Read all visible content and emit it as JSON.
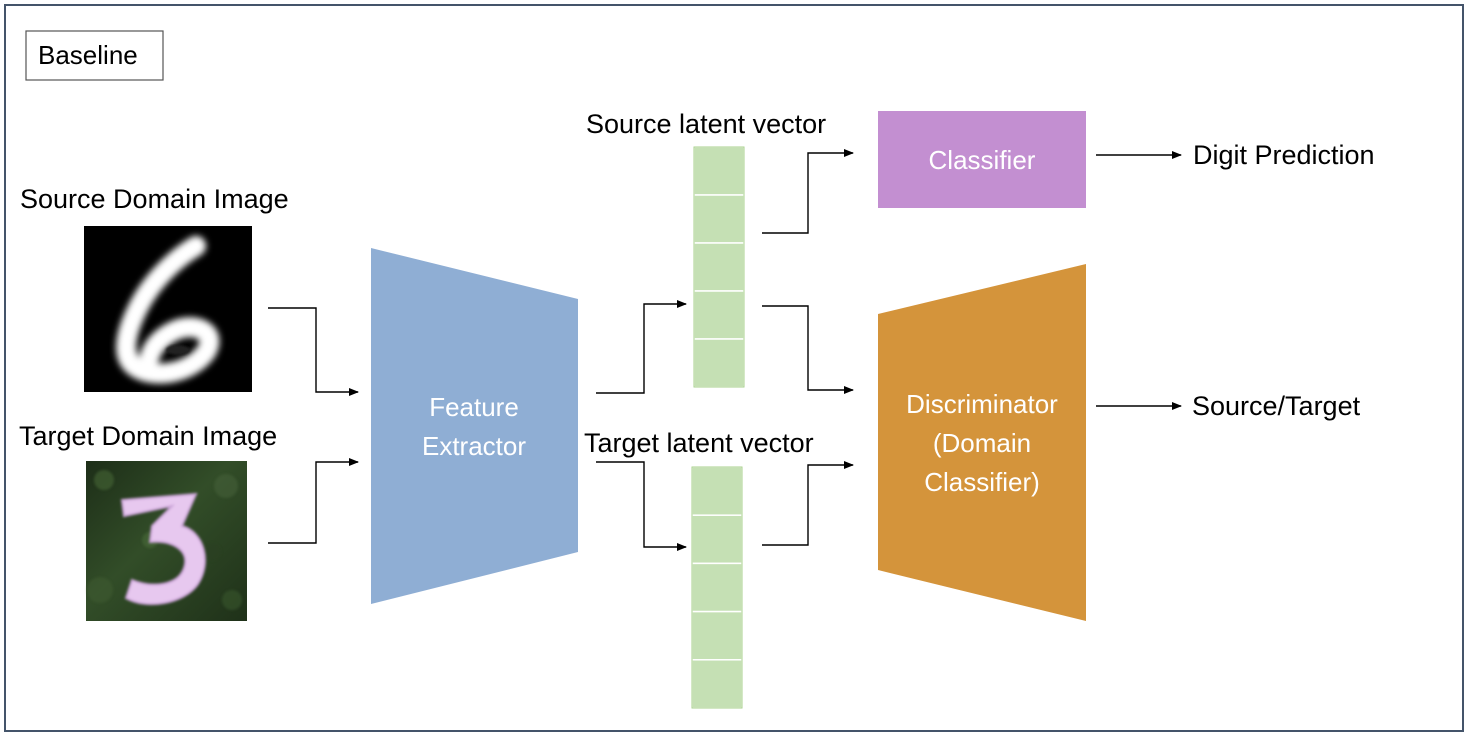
{
  "title_box": {
    "label": "Baseline"
  },
  "inputs": {
    "source_label": "Source Domain Image",
    "target_label": "Target Domain Image",
    "source_digit": "6",
    "target_digit": "3"
  },
  "feature_extractor": {
    "line1": "Feature",
    "line2": "Extractor",
    "color": "#8faed4"
  },
  "latent": {
    "source_label": "Source latent vector",
    "target_label": "Target latent vector",
    "cells": 5,
    "color": "#c5e0b4"
  },
  "classifier": {
    "label": "Classifier",
    "color": "#c38fd1"
  },
  "discriminator": {
    "line1": "Discriminator",
    "line2": "(Domain",
    "line3": "Classifier)",
    "color": "#d4943b"
  },
  "outputs": {
    "classifier_output": "Digit Prediction",
    "discriminator_output": "Source/Target"
  }
}
